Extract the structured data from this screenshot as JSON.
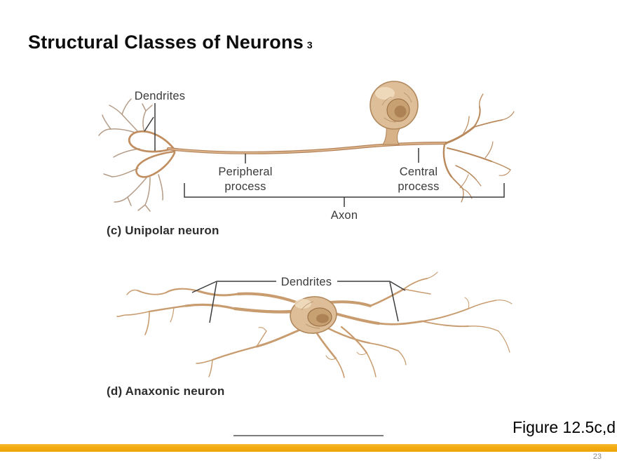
{
  "slide": {
    "title": "Structural Classes of Neurons",
    "title_index": "3",
    "figure_caption": "Figure 12.5c,d",
    "page_number": "23",
    "accent_color": "#F2AA0E"
  },
  "diagram_c": {
    "caption": "(c) Unipolar neuron",
    "labels": {
      "dendrites": "Dendrites",
      "peripheral_process": "Peripheral process",
      "central_process": "Central process",
      "axon": "Axon"
    }
  },
  "diagram_d": {
    "caption": "(d) Anaxonic neuron",
    "labels": {
      "dendrites": "Dendrites"
    }
  }
}
